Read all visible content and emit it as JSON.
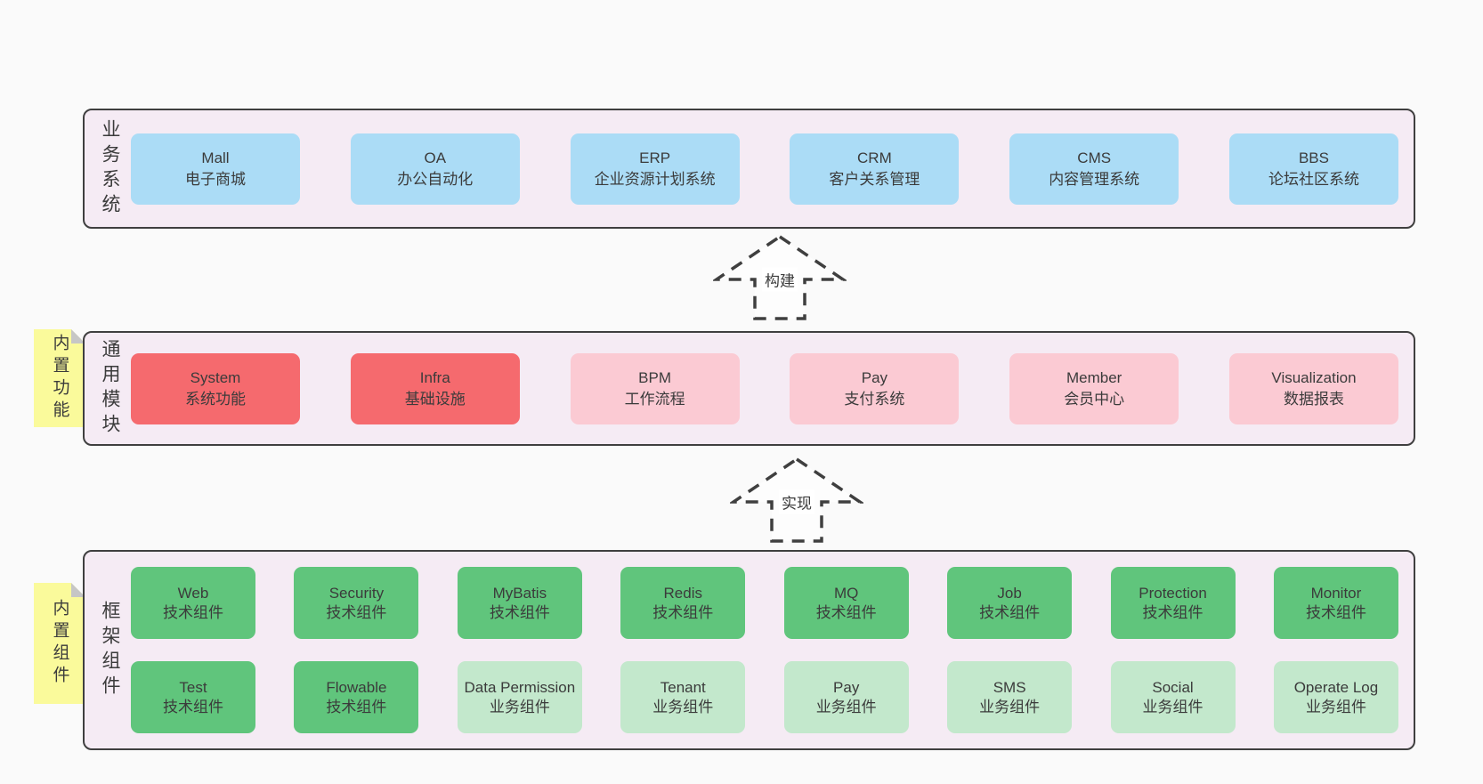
{
  "palette": {
    "page_bg": "#fafafa",
    "panel_bg": "#f5ebf4",
    "panel_border": "#3f3f3f",
    "blue_box": "#abdcf6",
    "red_box": "#f56a6e",
    "pink_box": "#fbcad3",
    "green_box": "#60c57c",
    "light_green_box": "#c3e8cc",
    "note_bg": "#fafa9b",
    "note_fold": "#c6c6c6",
    "text": "#3b3b3b"
  },
  "business": {
    "label": "业务系统",
    "boxes": [
      {
        "title": "Mall",
        "subtitle": "电子商城"
      },
      {
        "title": "OA",
        "subtitle": "办公自动化"
      },
      {
        "title": "ERP",
        "subtitle": "企业资源计划系统"
      },
      {
        "title": "CRM",
        "subtitle": "客户关系管理"
      },
      {
        "title": "CMS",
        "subtitle": "内容管理系统"
      },
      {
        "title": "BBS",
        "subtitle": "论坛社区系统"
      }
    ]
  },
  "arrow_build": {
    "label": "构建"
  },
  "modules": {
    "label": "通用模块",
    "note": "内置功能",
    "boxes": [
      {
        "title": "System",
        "subtitle": "系统功能",
        "variant": "red"
      },
      {
        "title": "Infra",
        "subtitle": "基础设施",
        "variant": "red"
      },
      {
        "title": "BPM",
        "subtitle": "工作流程",
        "variant": "pink"
      },
      {
        "title": "Pay",
        "subtitle": "支付系统",
        "variant": "pink"
      },
      {
        "title": "Member",
        "subtitle": "会员中心",
        "variant": "pink"
      },
      {
        "title": "Visualization",
        "subtitle": "数据报表",
        "variant": "pink"
      }
    ]
  },
  "arrow_implement": {
    "label": "实现"
  },
  "framework": {
    "label": "框架组件",
    "note": "内置组件",
    "row1": [
      {
        "title": "Web",
        "subtitle": "技术组件",
        "variant": "green"
      },
      {
        "title": "Security",
        "subtitle": "技术组件",
        "variant": "green"
      },
      {
        "title": "MyBatis",
        "subtitle": "技术组件",
        "variant": "green"
      },
      {
        "title": "Redis",
        "subtitle": "技术组件",
        "variant": "green"
      },
      {
        "title": "MQ",
        "subtitle": "技术组件",
        "variant": "green"
      },
      {
        "title": "Job",
        "subtitle": "技术组件",
        "variant": "green"
      },
      {
        "title": "Protection",
        "subtitle": "技术组件",
        "variant": "green"
      },
      {
        "title": "Monitor",
        "subtitle": "技术组件",
        "variant": "green"
      }
    ],
    "row2": [
      {
        "title": "Test",
        "subtitle": "技术组件",
        "variant": "green"
      },
      {
        "title": "Flowable",
        "subtitle": "技术组件",
        "variant": "green"
      },
      {
        "title": "Data Permission",
        "subtitle": "业务组件",
        "variant": "lgreen"
      },
      {
        "title": "Tenant",
        "subtitle": "业务组件",
        "variant": "lgreen"
      },
      {
        "title": "Pay",
        "subtitle": "业务组件",
        "variant": "lgreen"
      },
      {
        "title": "SMS",
        "subtitle": "业务组件",
        "variant": "lgreen"
      },
      {
        "title": "Social",
        "subtitle": "业务组件",
        "variant": "lgreen"
      },
      {
        "title": "Operate Log",
        "subtitle": "业务组件",
        "variant": "lgreen"
      }
    ]
  }
}
